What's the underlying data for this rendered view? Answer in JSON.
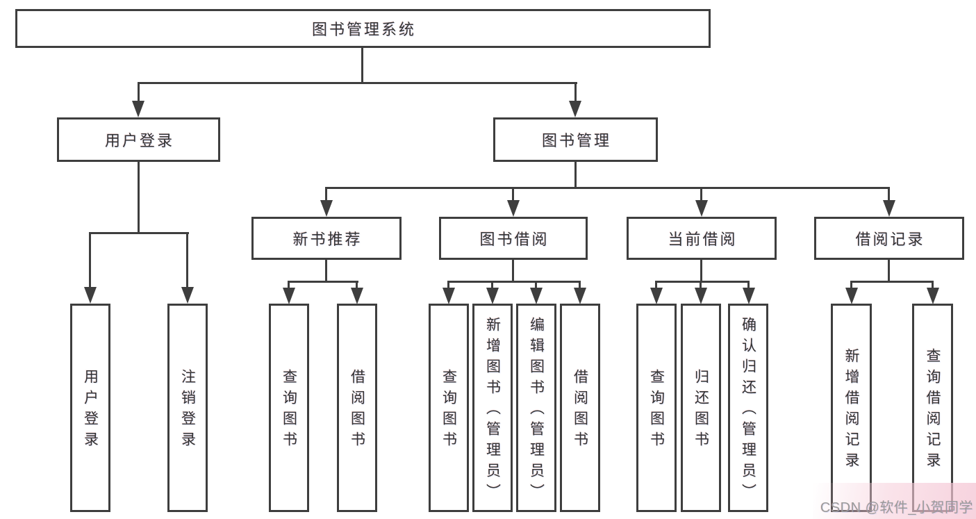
{
  "diagram": {
    "root": "图书管理系统",
    "branches": [
      {
        "label": "用户登录",
        "children": [
          "用户登录",
          "注销登录"
        ]
      },
      {
        "label": "图书管理",
        "groups": [
          {
            "label": "新书推荐",
            "children": [
              "查询图书",
              "借阅图书"
            ]
          },
          {
            "label": "图书借阅",
            "children": [
              "查询图书",
              "新增图书（管理员）",
              "编辑图书（管理员）",
              "借阅图书"
            ]
          },
          {
            "label": "当前借阅",
            "children": [
              "查询图书",
              "归还图书",
              "确认归还（管理员）"
            ]
          },
          {
            "label": "借阅记录",
            "children": [
              "新增借阅记录",
              "查询借阅记录"
            ]
          }
        ]
      }
    ]
  },
  "watermark": {
    "text": "CSDN @软件_小贺同学"
  },
  "colors": {
    "line": "#3e3e3e",
    "text": "#323232",
    "wm-text": "#9a9a9a"
  }
}
